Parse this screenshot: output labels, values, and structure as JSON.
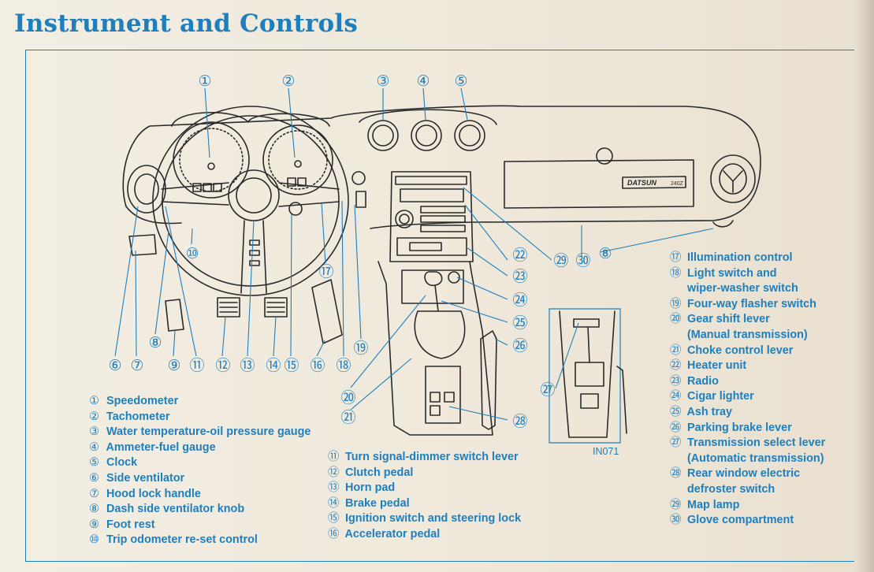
{
  "title": "Instrument and Controls",
  "diagram_code": "IN071",
  "brand_badge": "DATSUN",
  "brand_model": "240Z",
  "colors": {
    "ink": "#1f7fbd",
    "paper": "#f1ebdf",
    "line": "#2a2a2a"
  },
  "callout_numbers": [
    "①",
    "②",
    "③",
    "④",
    "⑤",
    "⑥",
    "⑦",
    "⑧",
    "⑨",
    "⑩",
    "⑪",
    "⑫",
    "⑬",
    "⑭",
    "⑮",
    "⑯",
    "⑰",
    "⑱",
    "⑲",
    "⑳",
    "㉑",
    "㉒",
    "㉓",
    "㉔",
    "㉕",
    "㉖",
    "㉗",
    "㉘",
    "㉙",
    "㉚"
  ],
  "legend_left": [
    {
      "num": "①",
      "label": "Speedometer"
    },
    {
      "num": "②",
      "label": "Tachometer"
    },
    {
      "num": "③",
      "label": "Water temperature-oil pressure gauge"
    },
    {
      "num": "④",
      "label": "Ammeter-fuel gauge"
    },
    {
      "num": "⑤",
      "label": "Clock"
    },
    {
      "num": "⑥",
      "label": "Side ventilator"
    },
    {
      "num": "⑦",
      "label": "Hood lock handle"
    },
    {
      "num": "⑧",
      "label": "Dash side ventilator knob"
    },
    {
      "num": "⑨",
      "label": "Foot rest"
    },
    {
      "num": "⑩",
      "label": "Trip odometer re-set control"
    }
  ],
  "legend_middle": [
    {
      "num": "⑪",
      "label": "Turn signal-dimmer switch lever"
    },
    {
      "num": "⑫",
      "label": "Clutch pedal"
    },
    {
      "num": "⑬",
      "label": "Horn pad"
    },
    {
      "num": "⑭",
      "label": "Brake pedal"
    },
    {
      "num": "⑮",
      "label": "Ignition switch and steering lock"
    },
    {
      "num": "⑯",
      "label": "Accelerator pedal"
    }
  ],
  "legend_right": [
    {
      "num": "⑰",
      "label": "Illumination control",
      "cont": ""
    },
    {
      "num": "⑱",
      "label": "Light switch and",
      "cont": "wiper-washer switch"
    },
    {
      "num": "⑲",
      "label": "Four-way flasher switch",
      "cont": ""
    },
    {
      "num": "⑳",
      "label": "Gear shift lever",
      "cont": "(Manual transmission)"
    },
    {
      "num": "㉑",
      "label": "Choke control lever",
      "cont": ""
    },
    {
      "num": "㉒",
      "label": "Heater unit",
      "cont": ""
    },
    {
      "num": "㉓",
      "label": "Radio",
      "cont": ""
    },
    {
      "num": "㉔",
      "label": "Cigar lighter",
      "cont": ""
    },
    {
      "num": "㉕",
      "label": "Ash tray",
      "cont": ""
    },
    {
      "num": "㉖",
      "label": "Parking brake lever",
      "cont": ""
    },
    {
      "num": "㉗",
      "label": "Transmission select lever",
      "cont": "(Automatic transmission)"
    },
    {
      "num": "㉘",
      "label": "Rear window electric",
      "cont": "defroster switch"
    },
    {
      "num": "㉙",
      "label": "Map lamp",
      "cont": ""
    },
    {
      "num": "㉚",
      "label": "Glove compartment",
      "cont": ""
    }
  ]
}
